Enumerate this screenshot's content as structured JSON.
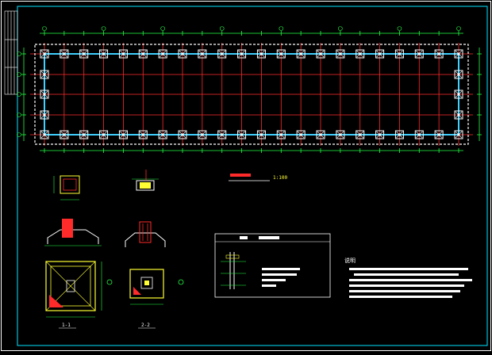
{
  "window": {
    "title": ""
  },
  "drawing": {
    "background": "#000000",
    "colors": {
      "frame": "#00e5ff",
      "grid_line": "#ff2a2a",
      "beam": "#3fd0ff",
      "column": "#ffffff",
      "dim": "#22ff44",
      "detail": "#ffff33",
      "text": "#ffffff",
      "marker": "#ff4fff"
    },
    "plan": {
      "grid_x_count": 22,
      "grid_y_count": 5,
      "column_icon": "column-base-plate-icon"
    },
    "plan_scale_label": "1:100",
    "notes_heading": "说明",
    "detail_labels": [
      "1-1",
      "2-2"
    ]
  }
}
